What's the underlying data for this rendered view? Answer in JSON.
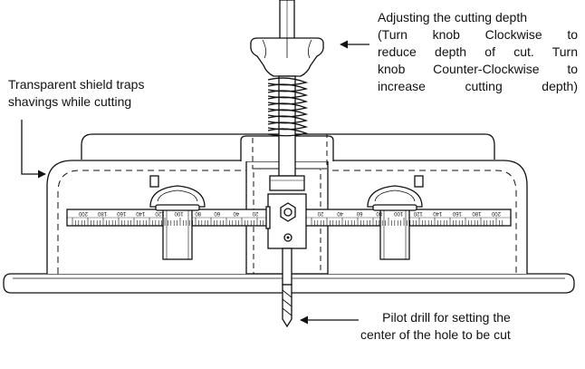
{
  "callouts": {
    "depth": {
      "lines": [
        "Adjusting the cutting depth",
        "(Turn knob Clockwise to",
        "reduce depth of cut. Turn",
        "knob Counter-Clockwise to",
        "increase cutting depth)"
      ]
    },
    "shield": {
      "lines": [
        "Transparent shield traps",
        "shavings while cutting"
      ]
    },
    "drill": {
      "lines": [
        "Pilot drill for setting the",
        "center of the hole to be cut"
      ]
    }
  },
  "scale_left": [
    "200",
    "180",
    "160",
    "140",
    "120",
    "100",
    "80",
    "60",
    "40",
    "20"
  ],
  "scale_right": [
    "20",
    "40",
    "60",
    "80",
    "100",
    "120",
    "140",
    "160",
    "180",
    "200"
  ],
  "colors": {
    "line": "#111111",
    "background": "#ffffff"
  }
}
